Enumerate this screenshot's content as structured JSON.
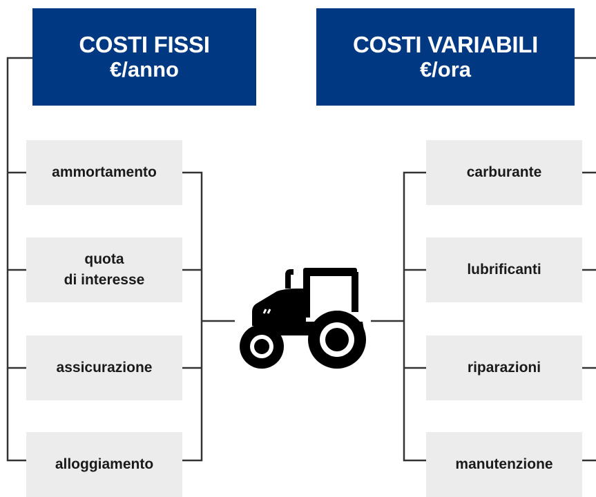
{
  "headers": {
    "fixed": {
      "title": "COSTI FISSI",
      "unit": "€/anno"
    },
    "variable": {
      "title": "COSTI VARIABILI",
      "unit": "€/ora"
    }
  },
  "fixed_costs": [
    "ammortamento",
    "quota\ndi interesse",
    "assicurazione",
    "alloggiamento"
  ],
  "variable_costs": [
    "carburante",
    "lubrificanti",
    "riparazioni",
    "manutenzione"
  ],
  "center_icon": "tractor-icon",
  "colors": {
    "header_bg": "#003882",
    "box_bg": "#ececec",
    "line": "#333333"
  }
}
